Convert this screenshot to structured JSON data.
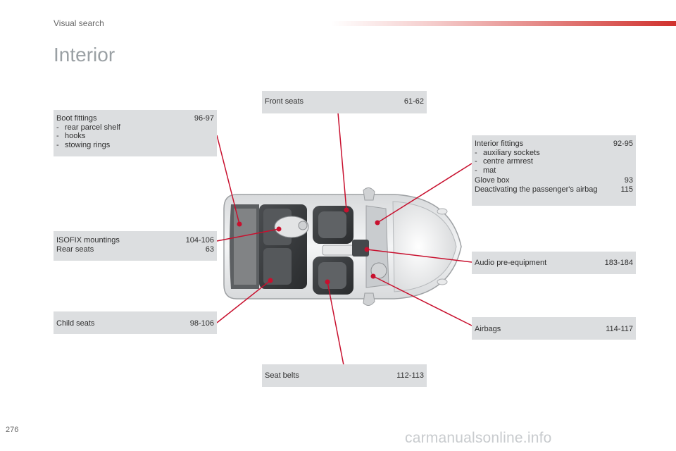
{
  "header": {
    "section": "Visual search",
    "title": "Interior"
  },
  "boxes": {
    "front_seats": {
      "label": "Front seats",
      "pages": "61-62"
    },
    "boot_fittings": {
      "label": "Boot fittings",
      "pages": "96-97",
      "items": [
        "rear parcel shelf",
        "hooks",
        "stowing rings"
      ]
    },
    "interior_fittings": {
      "label": "Interior fittings",
      "pages": "92-95",
      "items": [
        "auxiliary sockets",
        "centre armrest",
        "mat"
      ]
    },
    "glove_box": {
      "label": "Glove box",
      "pages": "93"
    },
    "airbag_deactivation": {
      "label": "Deactivating the passenger's airbag",
      "pages": "115"
    },
    "isofix": {
      "label": "ISOFIX mountings",
      "pages": "104-106"
    },
    "rear_seats": {
      "label": "Rear seats",
      "pages": "63"
    },
    "audio": {
      "label": "Audio pre-equipment",
      "pages": "183-184"
    },
    "child_seats": {
      "label": "Child seats",
      "pages": "98-106"
    },
    "airbags": {
      "label": "Airbags",
      "pages": "114-117"
    },
    "seat_belts": {
      "label": "Seat belts",
      "pages": "112-113"
    }
  },
  "item_dash": "-",
  "footer": {
    "page_number": "276",
    "watermark": "carmanualsonline.info"
  },
  "colors": {
    "accent": "#d0312d",
    "box_bg": "#dcdee0",
    "title": "#9aa0a4"
  }
}
